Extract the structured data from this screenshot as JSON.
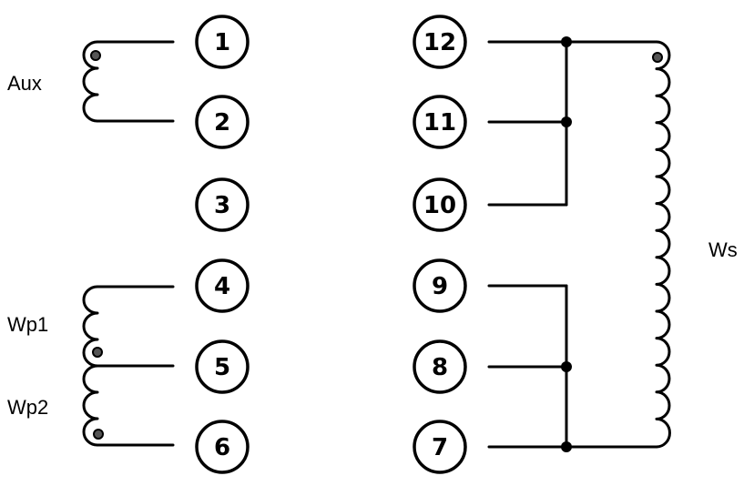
{
  "pins": [
    {
      "id": "1",
      "label": "1"
    },
    {
      "id": "2",
      "label": "2"
    },
    {
      "id": "3",
      "label": "3"
    },
    {
      "id": "4",
      "label": "4"
    },
    {
      "id": "5",
      "label": "5"
    },
    {
      "id": "6",
      "label": "6"
    },
    {
      "id": "7",
      "label": "7"
    },
    {
      "id": "8",
      "label": "8"
    },
    {
      "id": "9",
      "label": "9"
    },
    {
      "id": "10",
      "label": "10"
    },
    {
      "id": "11",
      "label": "11"
    },
    {
      "id": "12",
      "label": "12"
    }
  ],
  "windings": {
    "aux": {
      "label": "Aux"
    },
    "wp1": {
      "label": "Wp1"
    },
    "wp2": {
      "label": "Wp2"
    },
    "ws": {
      "label": "Ws"
    }
  }
}
